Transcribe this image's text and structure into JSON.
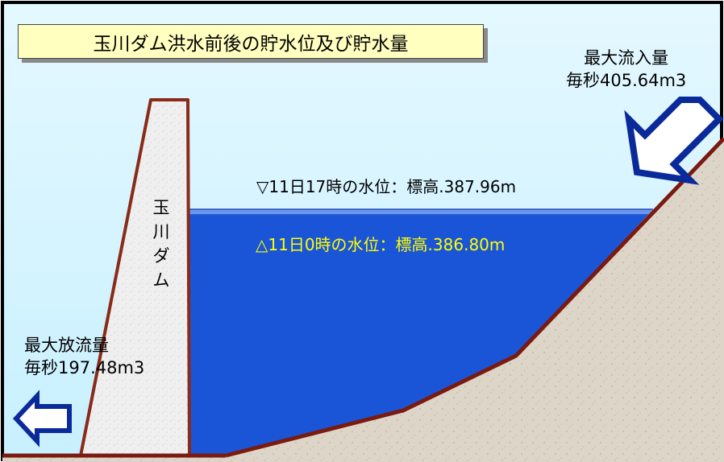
{
  "title": "玉川ダム洪水前後の貯水位及び貯水量",
  "inflow": {
    "label": "最大流入量",
    "rate": "毎秒405.64m3"
  },
  "outflow": {
    "label": "最大放流量",
    "rate": "毎秒197.48m3"
  },
  "water_levels": {
    "after": "▽11日17時の水位：標高.387.96m",
    "before": "△11日0時の水位：標高.386.80m"
  },
  "dam_name": "玉川ダム",
  "colors": {
    "sky": "#c8f0ff",
    "water": "#1a55d8",
    "water_surface": "#5b8be8",
    "ground": "#d8cfc0",
    "dam": "#eeeeee",
    "outline": "#7a1a10",
    "arrow": "#0a2a9a",
    "title_bg": "#ffffc0",
    "before_level_text": "#ffff00"
  },
  "icons": {
    "inflow_arrow": "arrow-down-left-icon",
    "outflow_arrow": "arrow-left-icon"
  }
}
